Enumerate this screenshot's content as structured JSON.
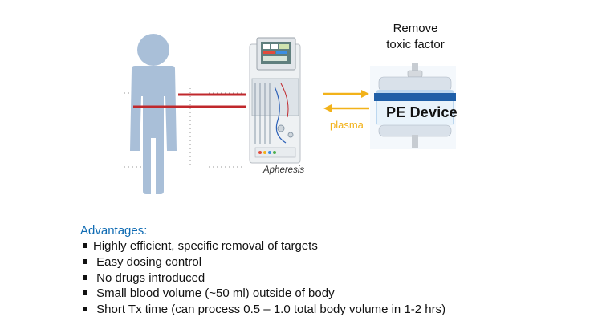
{
  "diagram": {
    "remove_label_line1": "Remove",
    "remove_label_line2": "toxic factor",
    "plasma_label": "plasma",
    "apheresis_label": "Apheresis",
    "device_label": "PE Device"
  },
  "advantages": {
    "heading": "Advantages:",
    "items": [
      "Highly efficient, specific removal of targets",
      " Easy dosing control",
      " No drugs introduced",
      " Small blood volume (~50 ml) outside of body",
      " Short Tx time (can process 0.5 – 1.0 total body volume in 1-2 hrs)"
    ]
  },
  "colors": {
    "body_figure": "#a9bfd8",
    "blood_line": "#c0282c",
    "plasma_arrow": "#f2b21a",
    "heading": "#0f6bb3"
  }
}
